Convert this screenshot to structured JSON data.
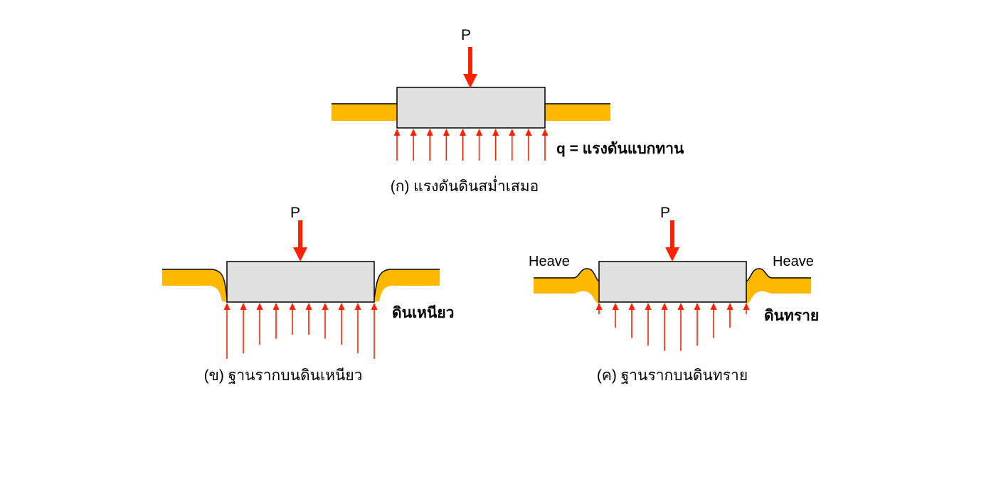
{
  "colors": {
    "soil": "#FFB800",
    "soil_outline": "#000000",
    "footing_fill": "#E0E0E0",
    "footing_outline": "#000000",
    "load_arrow": "#FF2200",
    "pressure_arrow": "#FF2200"
  },
  "panel_a": {
    "load_label": "P",
    "pressure_label": "q = แรงดันแบกทาน",
    "caption": "(ก) แรงดันดินสม่ำเสมอ",
    "pressure_distribution": [
      1,
      1,
      1,
      1,
      1,
      1,
      1,
      1,
      1,
      1
    ]
  },
  "panel_b": {
    "load_label": "P",
    "soil_label": "ดินเหนียว",
    "caption": "(ข) ฐานรากบนดินเหนียว",
    "pressure_distribution": [
      1,
      0.89,
      0.72,
      0.6,
      0.52,
      0.52,
      0.6,
      0.72,
      0.89,
      1
    ]
  },
  "panel_c": {
    "load_label": "P",
    "heave_left": "Heave",
    "heave_right": "Heave",
    "soil_label": "ดินทราย",
    "caption": "(ค) ฐานรากบนดินทราย",
    "pressure_distribution": [
      0.1,
      0.42,
      0.66,
      0.84,
      0.96,
      0.96,
      0.84,
      0.66,
      0.42,
      0.1
    ]
  }
}
